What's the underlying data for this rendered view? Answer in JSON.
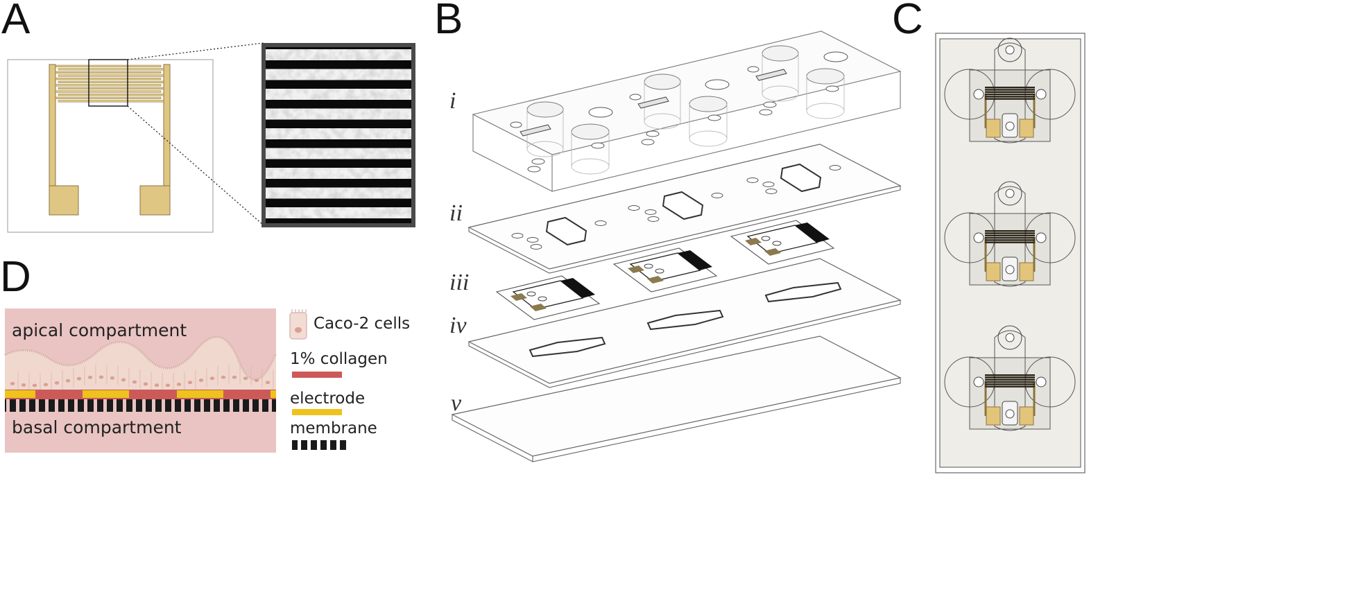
{
  "figure": {
    "panels": {
      "A": "A",
      "B": "B",
      "C": "C",
      "D": "D"
    },
    "layers": [
      "i",
      "ii",
      "iii",
      "iv",
      "v"
    ],
    "compartments": {
      "apical": "apical compartment",
      "basal": "basal compartment"
    },
    "legend": {
      "cells": "Caco-2 cells",
      "collagen": "1% collagen",
      "electrode": "electrode",
      "membrane": "membrane"
    },
    "colors": {
      "gold_electrode": "#dfc683",
      "gold_outline": "#8a7440",
      "tissue_pink": "#e9c4c2",
      "cell_layer": "#f0d8cf",
      "collagen_red": "#cc5a59",
      "electrode_yellow": "#eec31d",
      "membrane_black": "#1a1a1a",
      "device_background": "#efede8"
    }
  }
}
